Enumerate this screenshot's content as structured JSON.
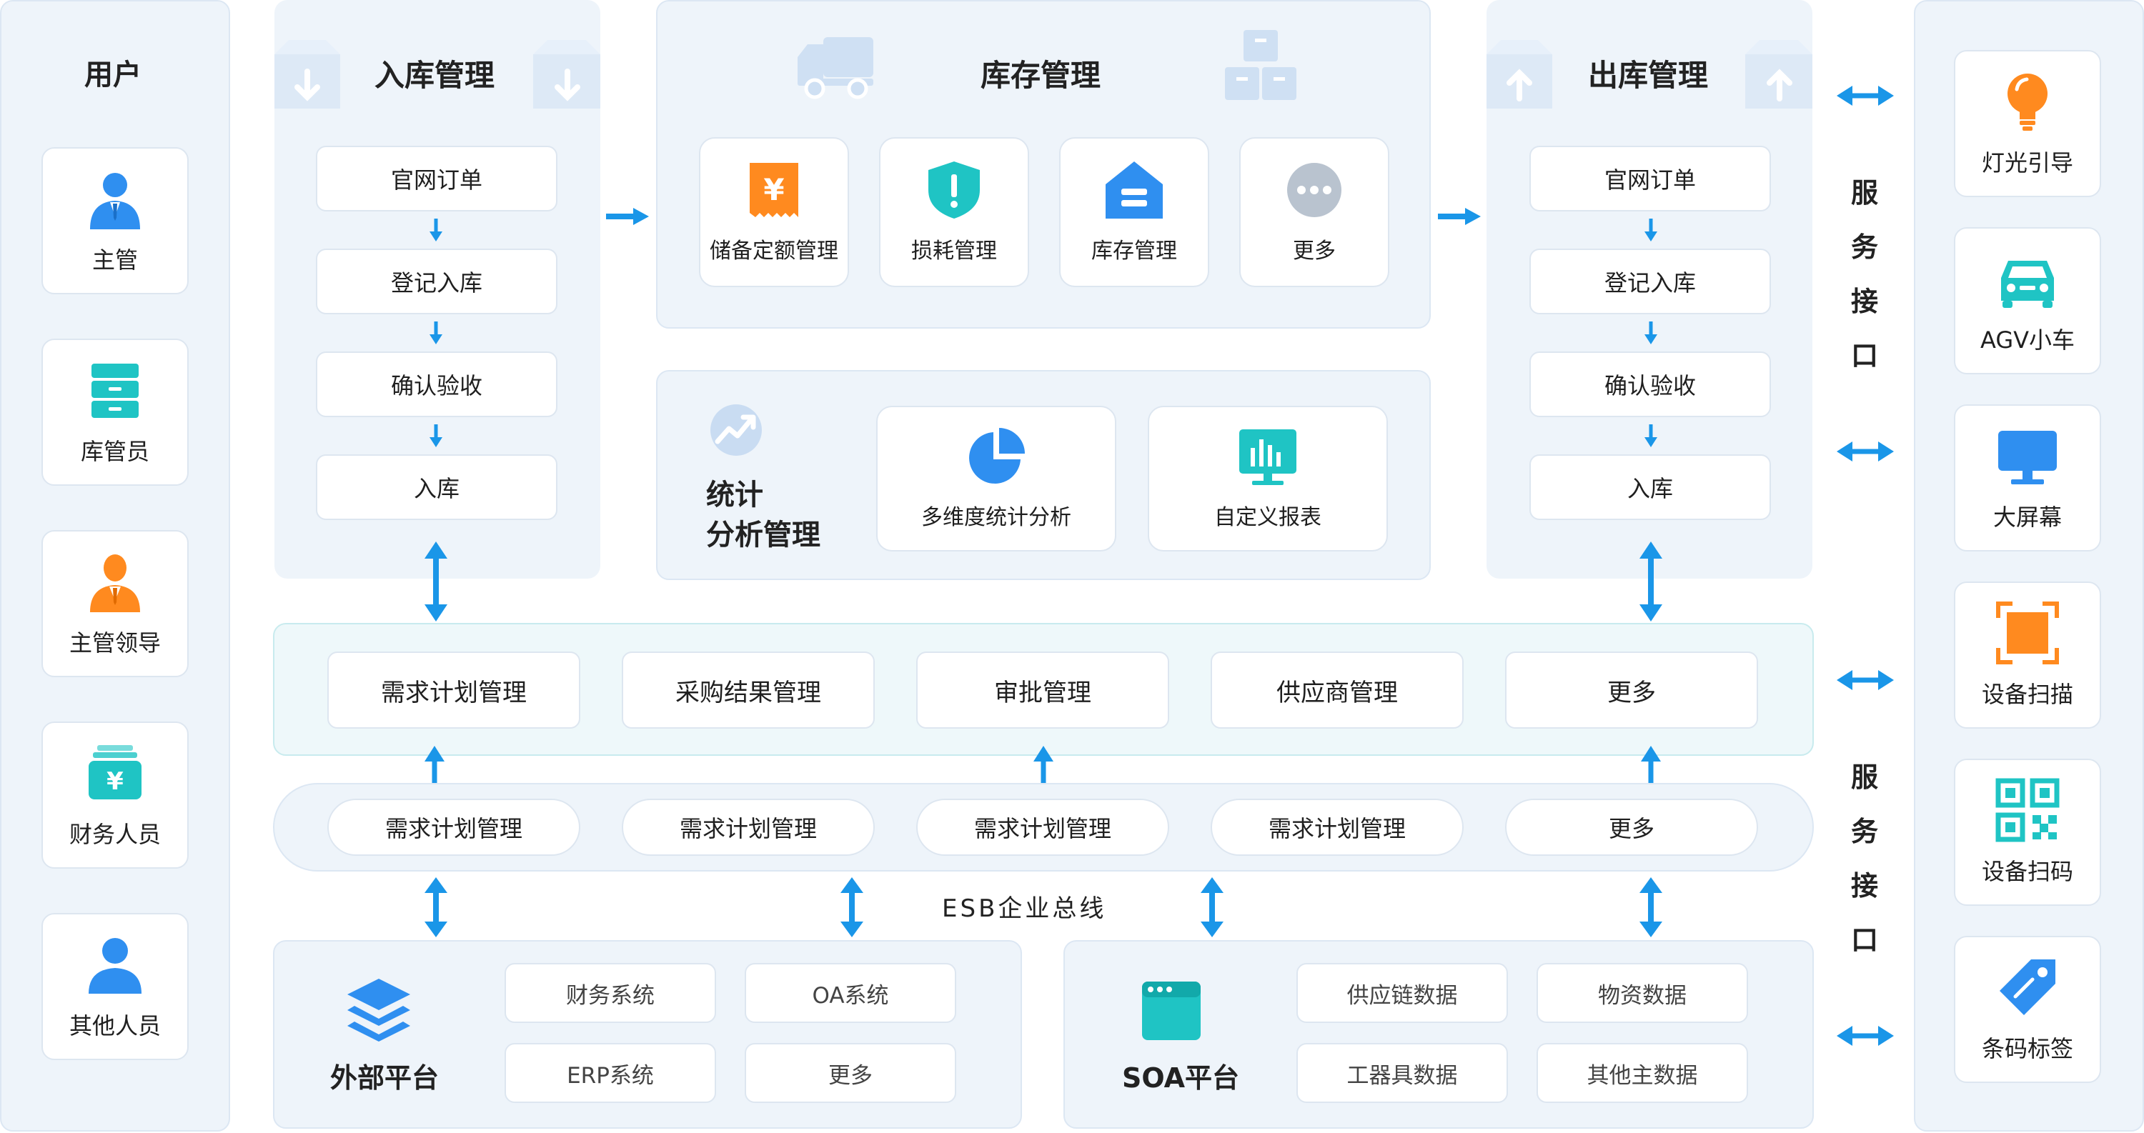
{
  "users": {
    "title": "用户",
    "items": [
      {
        "label": "主管",
        "icon": "manager-icon"
      },
      {
        "label": "库管员",
        "icon": "cabinet-icon"
      },
      {
        "label": "主管领导",
        "icon": "leader-icon"
      },
      {
        "label": "财务人员",
        "icon": "finance-icon"
      },
      {
        "label": "其他人员",
        "icon": "person-icon"
      }
    ]
  },
  "inbound": {
    "title": "入库管理",
    "steps": [
      "官网订单",
      "登记入库",
      "确认验收",
      "入库"
    ]
  },
  "inventory": {
    "title": "库存管理",
    "modules": [
      {
        "label": "储备定额管理",
        "icon": "yuan-tag-icon"
      },
      {
        "label": "损耗管理",
        "icon": "shield-alert-icon"
      },
      {
        "label": "库存管理",
        "icon": "warehouse-icon"
      },
      {
        "label": "更多",
        "icon": "more-dots-icon"
      }
    ]
  },
  "statistics": {
    "title_line1": "统计",
    "title_line2": "分析管理",
    "modules": [
      {
        "label": "多维度统计分析",
        "icon": "pie-chart-icon"
      },
      {
        "label": "自定义报表",
        "icon": "bar-monitor-icon"
      }
    ]
  },
  "outbound": {
    "title": "出库管理",
    "steps": [
      "官网订单",
      "登记入库",
      "确认验收",
      "入库"
    ]
  },
  "business_row": [
    "需求计划管理",
    "采购结果管理",
    "审批管理",
    "供应商管理",
    "更多"
  ],
  "bus_row": [
    "需求计划管理",
    "需求计划管理",
    "需求计划管理",
    "需求计划管理",
    "更多"
  ],
  "bus_label": "ESB企业总线",
  "external": {
    "title": "外部平台",
    "items": [
      "财务系统",
      "OA系统",
      "ERP系统",
      "更多"
    ]
  },
  "soa": {
    "title": "SOA平台",
    "items": [
      "供应链数据",
      "物资数据",
      "工器具数据",
      "其他主数据"
    ]
  },
  "service_interface": [
    "服",
    "务",
    "接",
    "口"
  ],
  "devices": [
    {
      "label": "灯光引导",
      "icon": "bulb-icon"
    },
    {
      "label": "AGV小车",
      "icon": "car-icon"
    },
    {
      "label": "大屏幕",
      "icon": "monitor-icon"
    },
    {
      "label": "设备扫描",
      "icon": "scan-icon"
    },
    {
      "label": "设备扫码",
      "icon": "qrcode-icon"
    },
    {
      "label": "条码标签",
      "icon": "tag-icon"
    }
  ],
  "colors": {
    "blue": "#2f8ff0",
    "teal": "#1fc4c4",
    "orange": "#ff8a1f",
    "arrow": "#1a96e8",
    "panel": "#eef4fa"
  }
}
